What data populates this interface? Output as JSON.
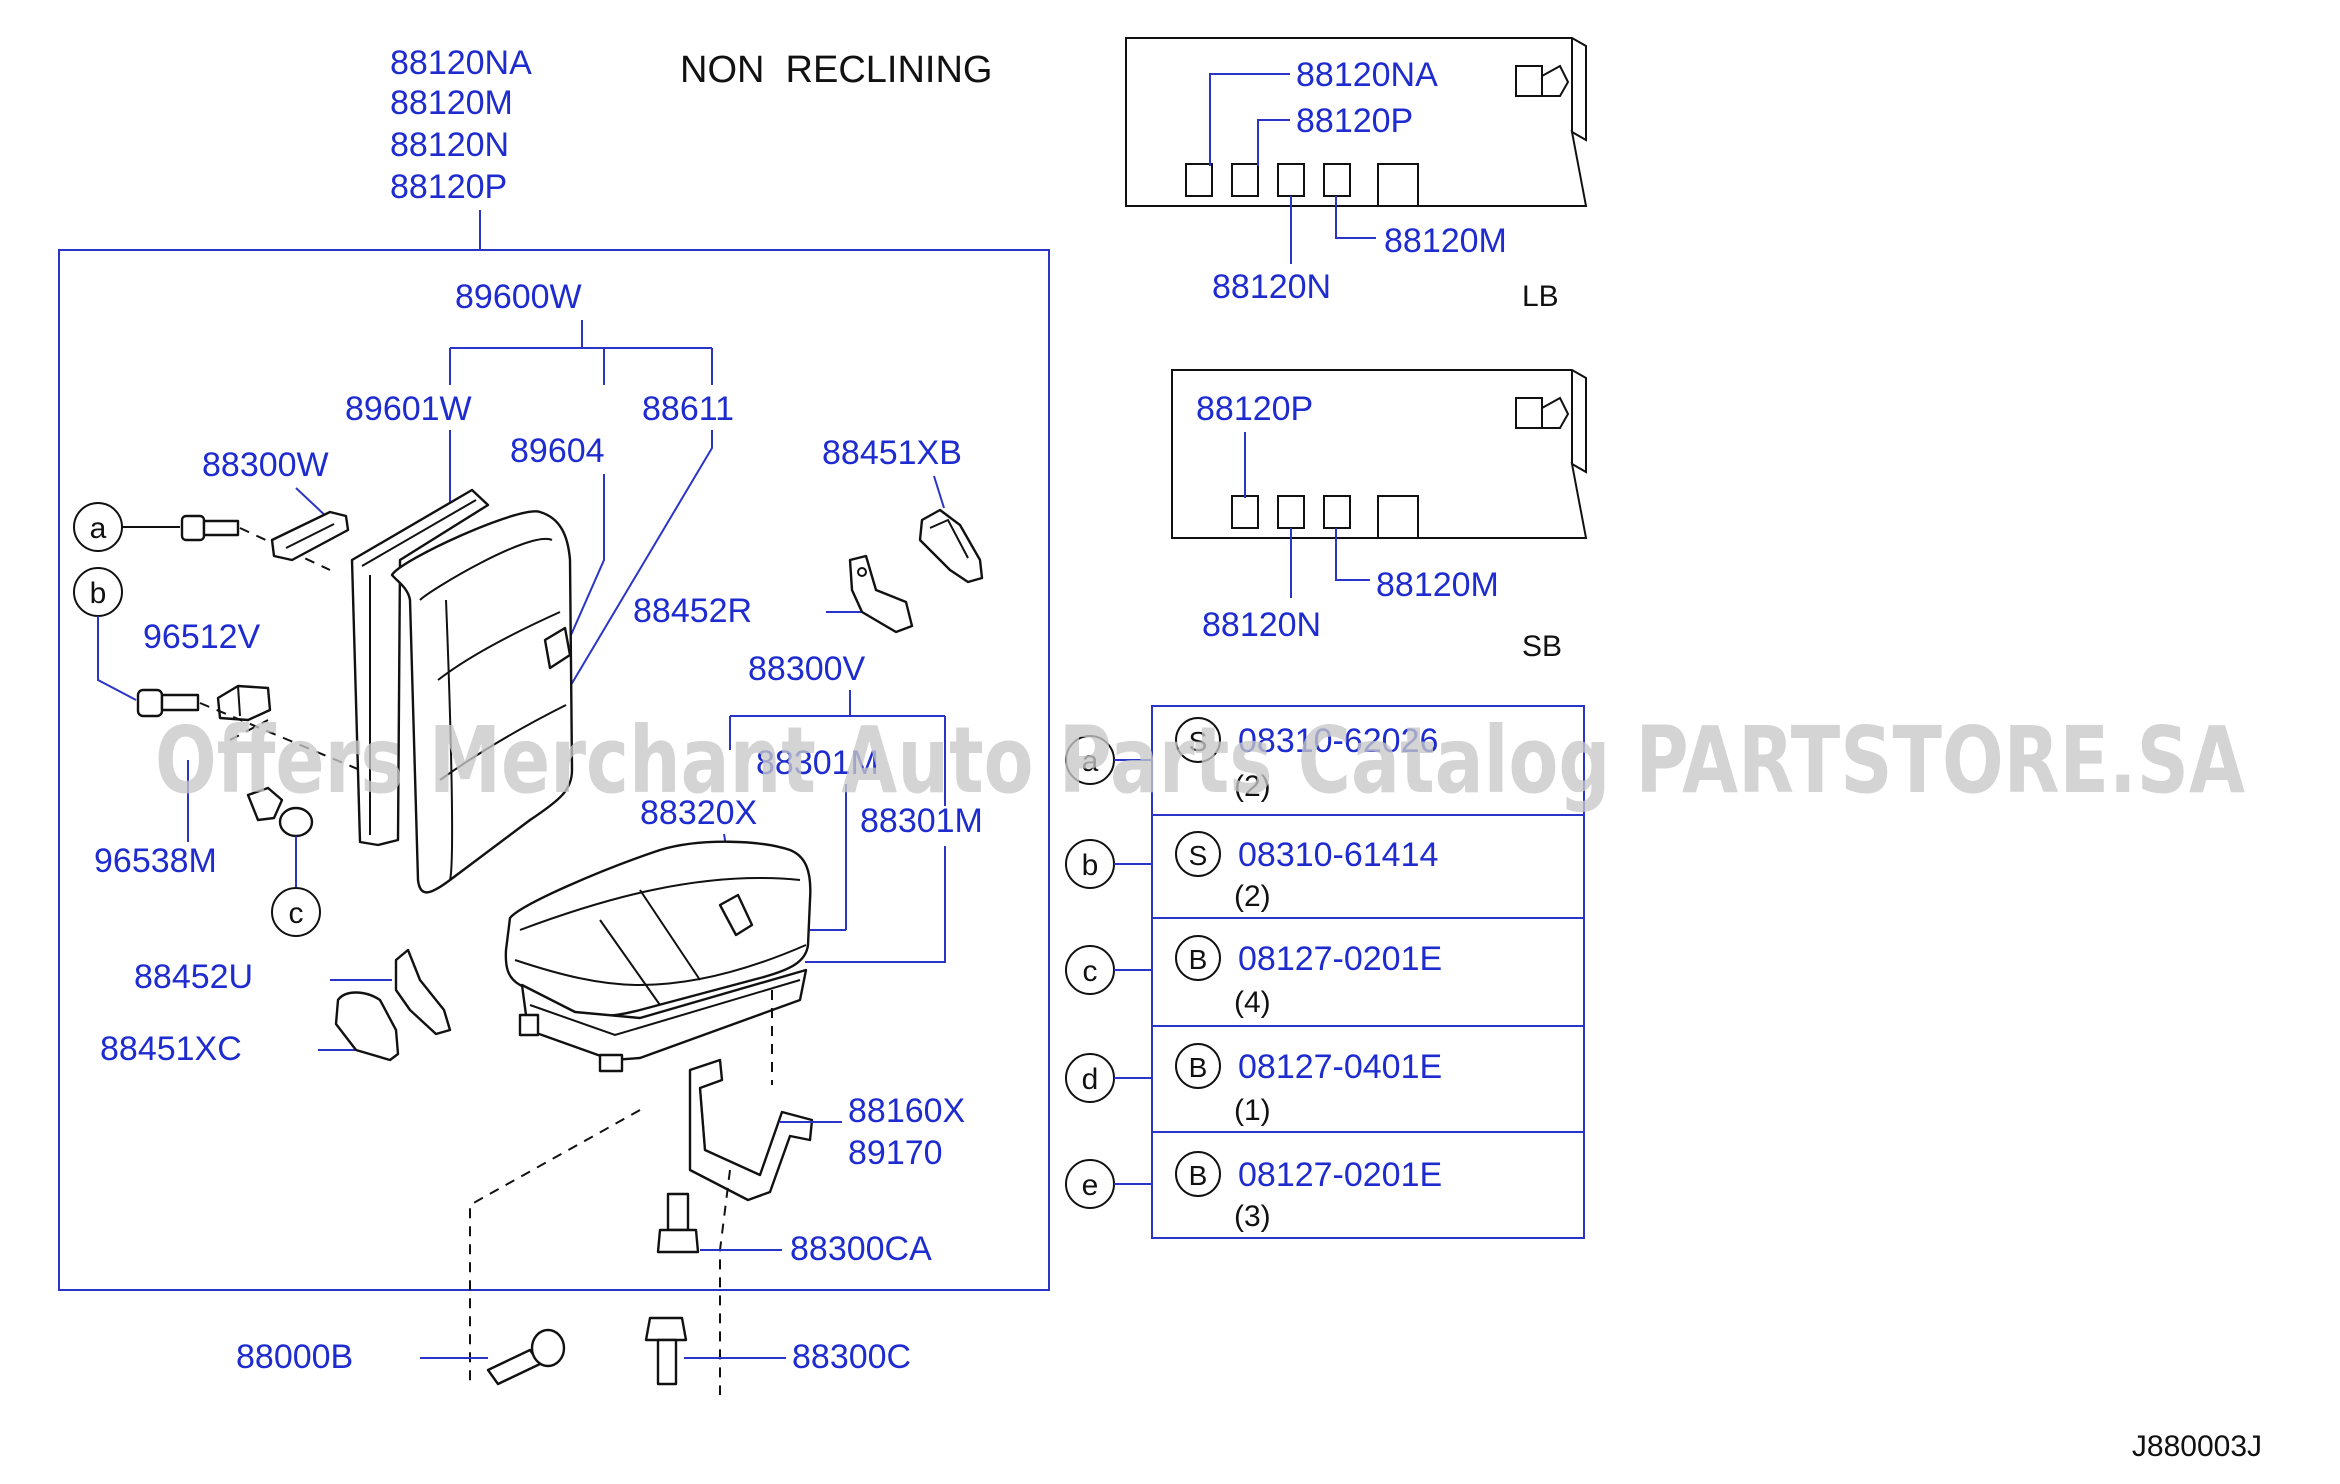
{
  "title": "NON  RECLINING",
  "diagram_code": "J880003J",
  "watermark": "Offers Merchant Auto Parts Catalog PARTSTORE.SA",
  "top_group": {
    "labels": [
      "88120NA",
      "88120M",
      "88120N",
      "88120P"
    ]
  },
  "seat_parts": {
    "p89600W": "89600W",
    "p89601W": "89601W",
    "p88611": "88611",
    "p89604": "89604",
    "p88300W": "88300W",
    "p88451XB": "88451XB",
    "p88452R": "88452R",
    "p96512V": "96512V",
    "p88300V": "88300V",
    "p88301M_hidden": "88301M",
    "p88320X": "88320X",
    "p88301M": "88301M",
    "p96538M": "96538M",
    "p88452U": "88452U",
    "p88451XC": "88451XC",
    "p88160X": "88160X",
    "p89170": "89170",
    "p88300CA": "88300CA",
    "p88000B": "88000B",
    "p88300C": "88300C"
  },
  "callouts": {
    "a": "a",
    "b": "b",
    "c": "c",
    "d": "d",
    "e": "e"
  },
  "lb_panel": {
    "tag": "LB",
    "labels": {
      "NA": "88120NA",
      "P": "88120P",
      "M": "88120M",
      "N": "88120N"
    }
  },
  "sb_panel": {
    "tag": "SB",
    "labels": {
      "P": "88120P",
      "N": "88120N",
      "M": "88120M"
    }
  },
  "fastener_table": [
    {
      "key": "a",
      "type": "S",
      "part": "08310-62026",
      "qty": "(2)"
    },
    {
      "key": "b",
      "type": "S",
      "part": "08310-61414",
      "qty": "(2)"
    },
    {
      "key": "c",
      "type": "B",
      "part": "08127-0201E",
      "qty": "(4)"
    },
    {
      "key": "d",
      "type": "B",
      "part": "08127-0401E",
      "qty": "(1)"
    },
    {
      "key": "e",
      "type": "B",
      "part": "08127-0201E",
      "qty": "(3)"
    }
  ],
  "colors": {
    "label": "#1e2ccf",
    "line": "#2a34c8",
    "part": "#111111",
    "watermark": "#c8c8c8"
  }
}
